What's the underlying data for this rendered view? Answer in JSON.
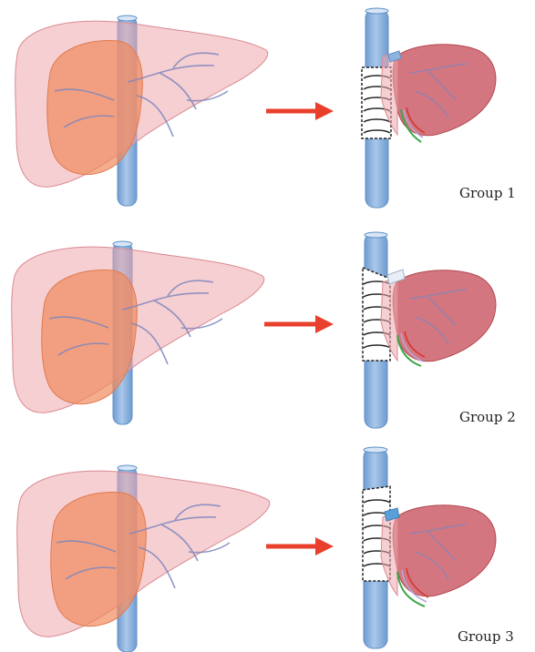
{
  "figure": {
    "groups": [
      {
        "label": "Group 1"
      },
      {
        "label": "Group 2"
      },
      {
        "label": "Group 3"
      }
    ]
  },
  "colors": {
    "liver": "#e99a9f",
    "liver_stroke": "#d98a92",
    "resected_lobe": "#f08a5d",
    "vena_cava": "#8fb5de",
    "vena_cava_stroke": "#5f8fc6",
    "vessels": "#7e86bd",
    "graft": "#c9545f",
    "arrow": "#e8402c",
    "duct_green": "#3aa84a",
    "duct_red": "#d43b3b"
  },
  "icons": {
    "arrow": "right-arrow-icon"
  }
}
